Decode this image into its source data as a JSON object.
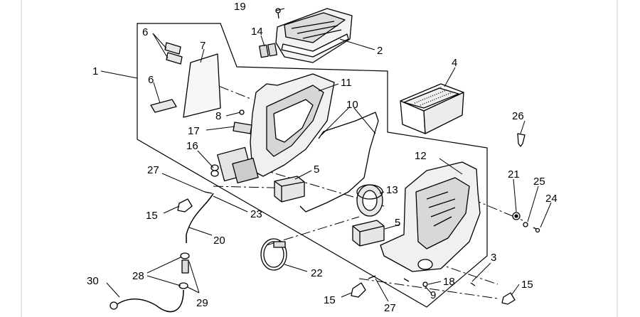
{
  "callouts": [
    {
      "id": "c1",
      "label": "1"
    },
    {
      "id": "c2",
      "label": "2"
    },
    {
      "id": "c3",
      "label": "3"
    },
    {
      "id": "c4",
      "label": "4"
    },
    {
      "id": "c5a",
      "label": "5"
    },
    {
      "id": "c5b",
      "label": "5"
    },
    {
      "id": "c6a",
      "label": "6"
    },
    {
      "id": "c6b",
      "label": "6"
    },
    {
      "id": "c7",
      "label": "7"
    },
    {
      "id": "c8",
      "label": "8"
    },
    {
      "id": "c9",
      "label": "9"
    },
    {
      "id": "c10",
      "label": "10"
    },
    {
      "id": "c11",
      "label": "11"
    },
    {
      "id": "c12",
      "label": "12"
    },
    {
      "id": "c13",
      "label": "13"
    },
    {
      "id": "c14",
      "label": "14"
    },
    {
      "id": "c15a",
      "label": "15"
    },
    {
      "id": "c15b",
      "label": "15"
    },
    {
      "id": "c15c",
      "label": "15"
    },
    {
      "id": "c16",
      "label": "16"
    },
    {
      "id": "c17",
      "label": "17"
    },
    {
      "id": "c18",
      "label": "18"
    },
    {
      "id": "c19",
      "label": "19"
    },
    {
      "id": "c20",
      "label": "20"
    },
    {
      "id": "c21",
      "label": "21"
    },
    {
      "id": "c22",
      "label": "22"
    },
    {
      "id": "c23",
      "label": "23"
    },
    {
      "id": "c24",
      "label": "24"
    },
    {
      "id": "c25",
      "label": "25"
    },
    {
      "id": "c26",
      "label": "26"
    },
    {
      "id": "c27a",
      "label": "27"
    },
    {
      "id": "c27b",
      "label": "27"
    },
    {
      "id": "c28",
      "label": "28"
    },
    {
      "id": "c29",
      "label": "29"
    },
    {
      "id": "c30",
      "label": "30"
    }
  ]
}
